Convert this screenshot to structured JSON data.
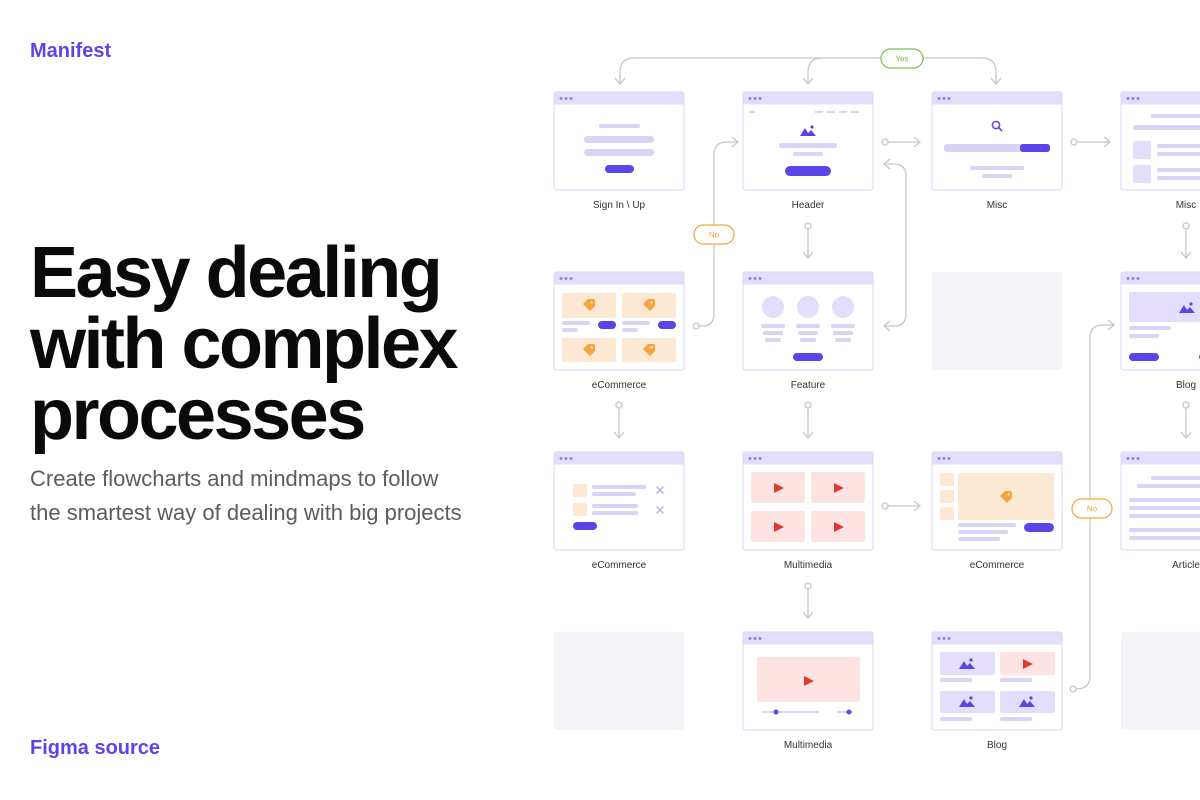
{
  "brand": "Manifest",
  "headline": [
    "Easy dealing",
    "with complex",
    "processes"
  ],
  "subtitle": "Create flowcharts and mindmaps to follow the smartest way of dealing with big projects",
  "footer_link": "Figma source",
  "flow": {
    "node_labels": {
      "sign_in": "Sign In \\ Up",
      "header": "Header",
      "misc1": "Misc",
      "misc2": "Misc",
      "ecommerce1": "eCommerce",
      "feature": "Feature",
      "blog1": "Blog",
      "ecommerce2": "eCommerce",
      "multimedia1": "Multimedia",
      "ecommerce3": "eCommerce",
      "article": "Article",
      "multimedia2": "Multimedia",
      "blog2": "Blog"
    },
    "decisions": {
      "yes": "Yes",
      "no_left": "No",
      "no_right": "No"
    },
    "colors": {
      "accent": "#5b45e8",
      "frame_top": "#e4ddfb",
      "frame_border": "#ddd7f5",
      "wire": "#d9d3f6",
      "orange": "#fde9d3",
      "tag": "#f5a53f",
      "pink": "#fde4e2",
      "play": "#e03a32",
      "yes": "#7cc04c",
      "no": "#f5a53f",
      "connector": "#c7c7c7",
      "placeholder": "#f4f4f8"
    },
    "icons": [
      "search-icon",
      "image-icon",
      "tag-icon",
      "play-icon",
      "close-icon"
    ]
  }
}
